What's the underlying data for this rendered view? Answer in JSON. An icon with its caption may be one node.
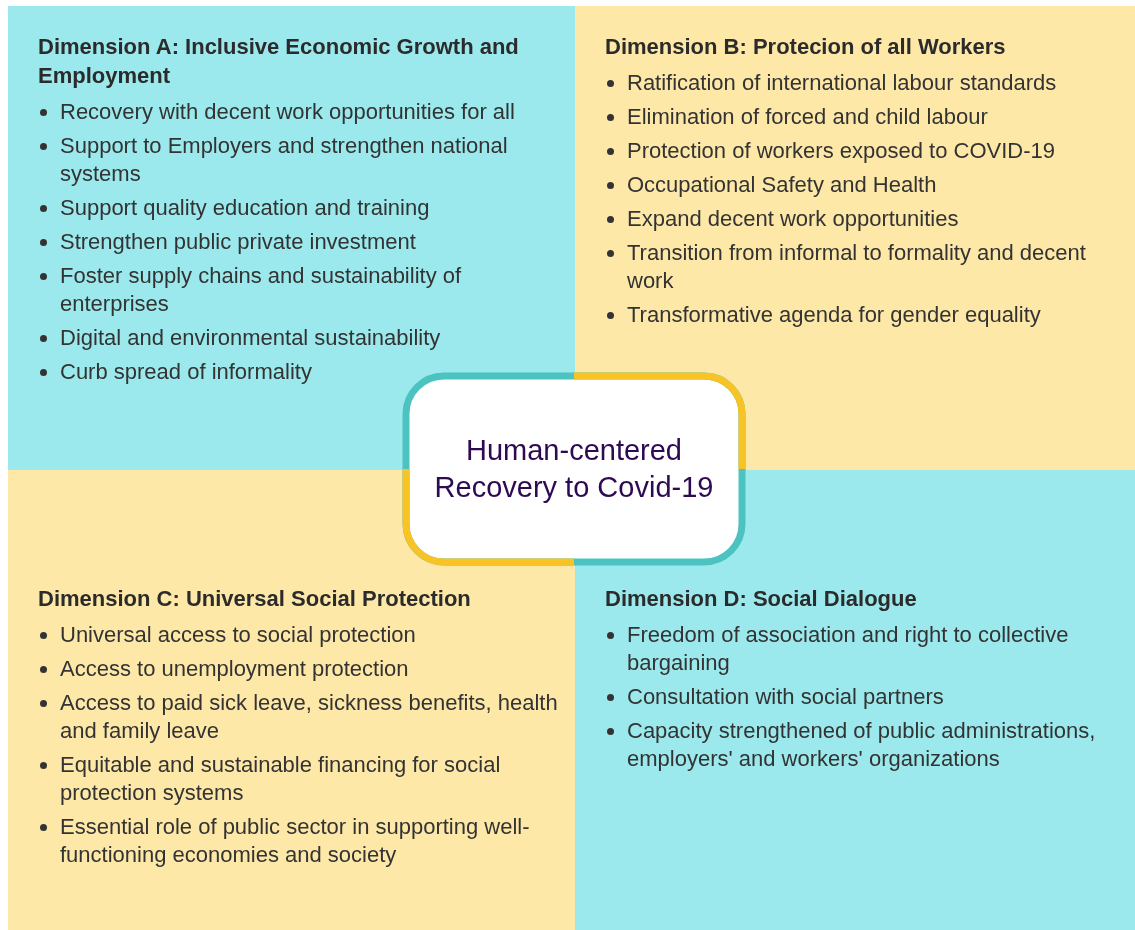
{
  "diagram": {
    "nodes": [
      {
        "text": [
          "Dimension A: Inclusive Economic Growth and Employment",
          "Recovery with decent work opportunities for all",
          "Support to Employers and strengthen national systems",
          "Support quality education and training",
          "Strengthen public private investment",
          "Foster supply chains and sustainability of enterprises",
          "Digital and environmental sustainability",
          "Curb spread of informality"
        ]
      },
      {
        "text": [
          "Dimension B: Protecion of all Workers",
          "Ratification of international labour standards",
          "Elimination of forced and child labour",
          "Protection of workers exposed to COVID-19",
          "Occupational Safety and Health",
          "Expand decent work opportunities",
          "Transition from informal to formality and decent work",
          "Transformative agenda for gender equality"
        ]
      },
      {
        "text": [
          "Human-centered Recovery to Covid-19"
        ]
      },
      {
        "text": [
          "Dimension C: Universal Social Protection",
          "Universal access to social protection",
          "Access to unemployment protection",
          "Access to paid sick leave, sickness benefits, health and family leave",
          "Equitable and sustainable financing for social protection systems",
          "Essential role of public sector in supporting well-functioning economies and society"
        ]
      },
      {
        "text": [
          "Dimension D: Social Dialogue",
          "Freedom of association and right to collective bargaining",
          "Consultation with social partners",
          "Capacity strengthened of public administrations, employers' and workers' organizations"
        ]
      }
    ],
    "edges": []
  }
}
